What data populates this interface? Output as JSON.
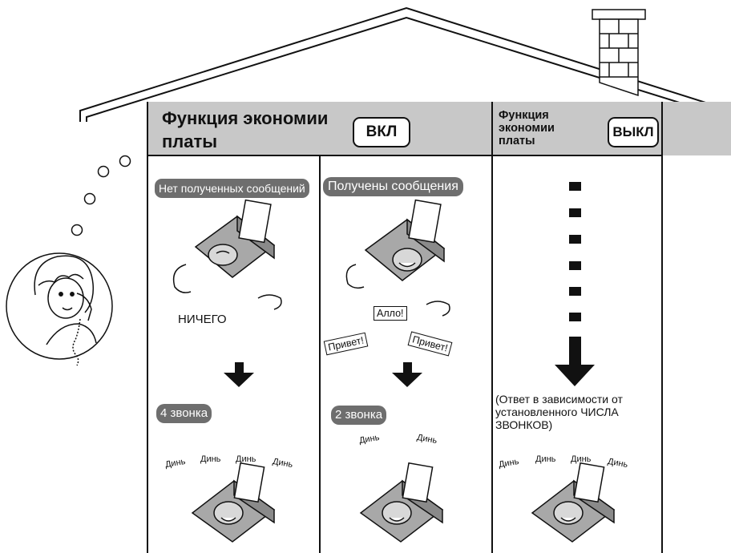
{
  "header": {
    "on_title_line1": "Функция экономии",
    "on_title_line2": "платы",
    "on_badge": "ВКЛ",
    "off_title_line1": "Функция",
    "off_title_line2": "экономии",
    "off_title_line3": "платы",
    "off_badge": "ВЫКЛ"
  },
  "column_no_messages": {
    "label": "Нет полученных сообщений",
    "sound": "НИЧЕГО",
    "rings_label": "4 звонка",
    "ring_word": "Динь"
  },
  "column_received": {
    "label": "Получены сообщения",
    "answer": "Алло!",
    "greeting_left": "Привет!",
    "greeting_right": "Привет!",
    "rings_label": "2 звонка",
    "ring_word": "Динь"
  },
  "column_off": {
    "note": "(Ответ в зависимости от установленного ЧИСЛА ЗВОНКОВ)",
    "ring_word": "Динь"
  },
  "colors": {
    "header_bg": "#c8c8c8",
    "pill_bg": "#6e6e6e",
    "line": "#111111"
  }
}
